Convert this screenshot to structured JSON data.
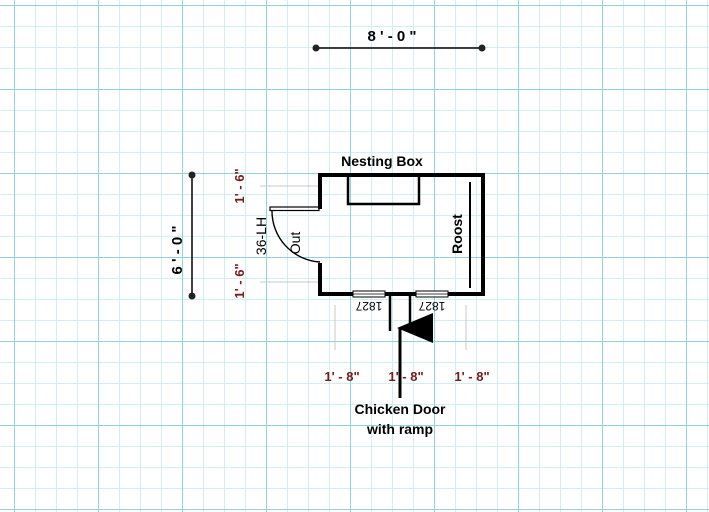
{
  "dimensions": {
    "overall_width": "8 ' - 0 \"",
    "overall_depth": "6 ' - 0 \"",
    "left_upper": "1' - 6\"",
    "left_lower": "1' - 6\"",
    "front_left": "1' - 8\"",
    "front_middle": "1' - 8\"",
    "front_right": "1' - 8\""
  },
  "labels": {
    "nesting_box": "Nesting Box",
    "roost": "Roost",
    "door_size": "36-LH",
    "door_swing": "Out",
    "window_left": "1827",
    "window_right": "1827",
    "chicken_door_line1": "Chicken Door",
    "chicken_door_line2": "with ramp"
  },
  "colors": {
    "dimension_red": "#7a1a1a",
    "grid_major": "#8fd3dc",
    "grid_minor": "#d2eef2"
  }
}
